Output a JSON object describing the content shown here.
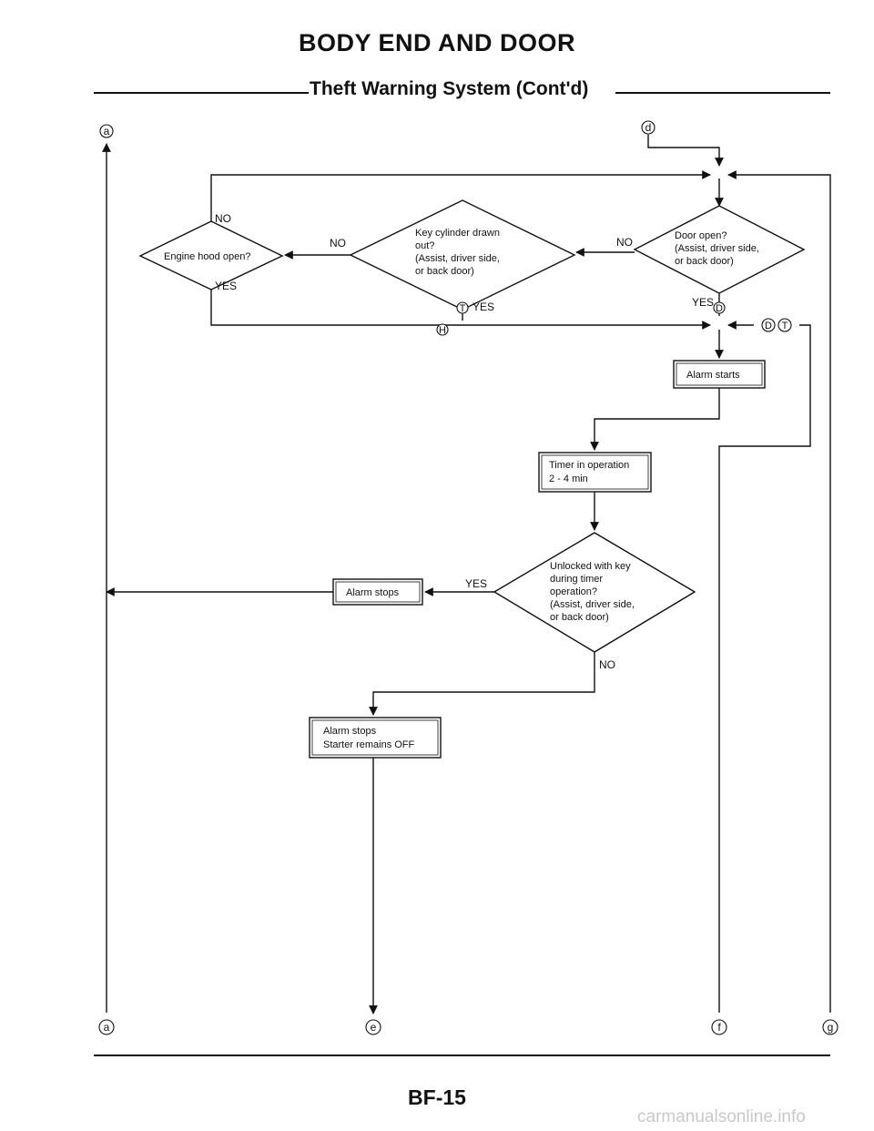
{
  "header": {
    "title": "BODY END AND DOOR",
    "subtitle": "Theft Warning System (Cont'd)"
  },
  "flowchart": {
    "decisions": {
      "engine_hood": "Engine hood open?",
      "key_cylinder": [
        "Key cylinder drawn",
        "out?",
        "(Assist, driver side,",
        "or back door)"
      ],
      "door_open": [
        "Door open?",
        "(Assist, driver side,",
        "or back door)"
      ],
      "unlocked_key": [
        "Unlocked with key",
        "during timer",
        "operation?",
        "(Assist, driver side,",
        "or back door)"
      ]
    },
    "boxes": {
      "alarm_starts": [
        "Alarm starts"
      ],
      "timer": [
        "Timer in operation",
        "2 - 4 min"
      ],
      "alarm_stops": [
        "Alarm stops"
      ],
      "alarm_stops_starter": [
        "Alarm stops",
        "Starter remains OFF"
      ]
    },
    "labels": {
      "yes": "YES",
      "no": "NO"
    },
    "connectors": {
      "a": "a",
      "d": "d",
      "e": "e",
      "f": "f",
      "g": "g",
      "D": "D",
      "T": "T",
      "H": "H"
    }
  },
  "footer": {
    "page_number": "BF-15",
    "watermark": "carmanualsonline.info"
  }
}
